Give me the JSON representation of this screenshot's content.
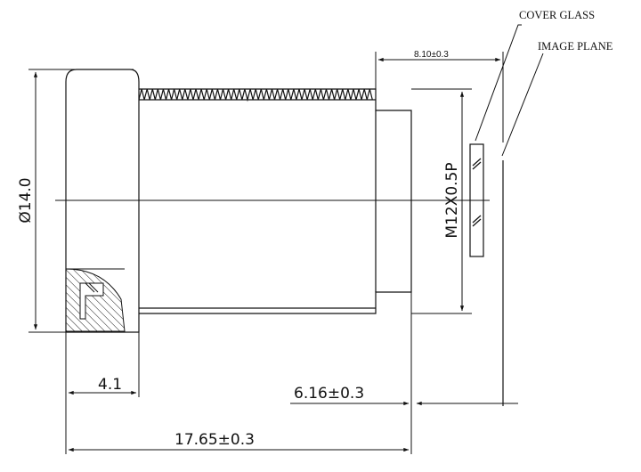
{
  "labels": {
    "cover_glass": "COVER GLASS",
    "image_plane": "IMAGE PLANE"
  },
  "dimensions": {
    "top_length": "8.10±0.3",
    "diameter": "Ø14.0",
    "thread": "M12X0.5P",
    "flange": "4.1",
    "back_focal": "6.16±0.3",
    "total_length": "17.65±0.3"
  },
  "colors": {
    "line": "#111111",
    "background": "#ffffff"
  }
}
